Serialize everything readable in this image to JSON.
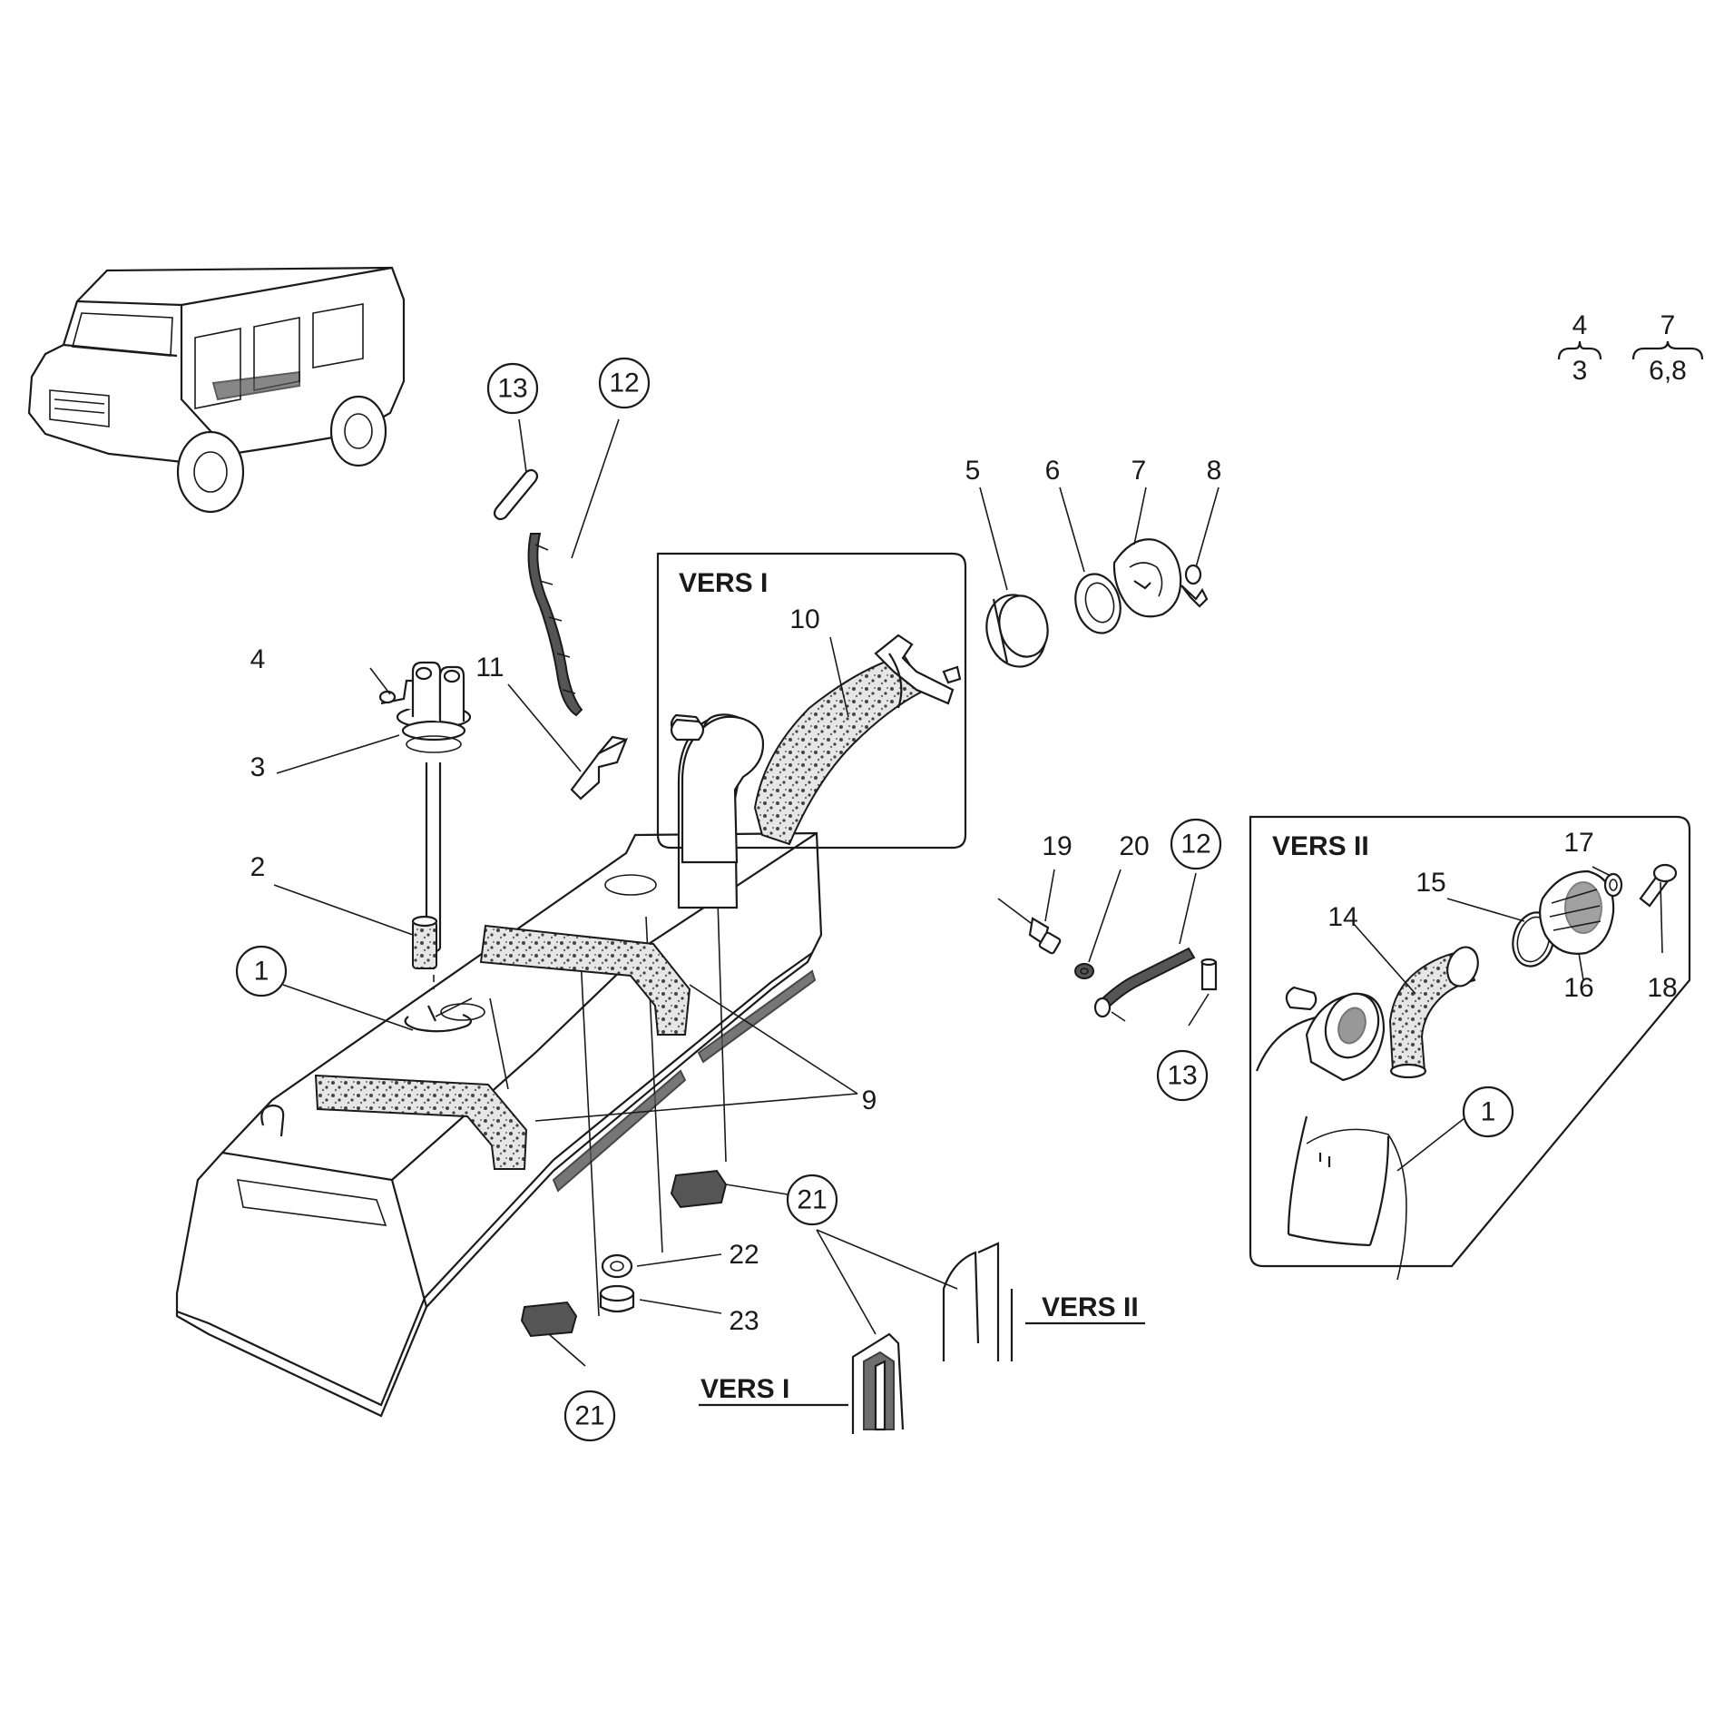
{
  "diagram": {
    "version_labels": {
      "vers1_box": "VERS I",
      "vers2_box": "VERS II",
      "vers1_profile": "VERS I",
      "vers2_profile": "VERS II"
    },
    "legend": [
      {
        "top": "4",
        "bottom": "3"
      },
      {
        "top": "7",
        "bottom": "6,8"
      }
    ],
    "callouts": {
      "c1_main": "1",
      "c1_vers2": "1",
      "n2": "2",
      "n3": "3",
      "n4": "4",
      "n5": "5",
      "n6": "6",
      "n7": "7",
      "n8": "8",
      "n9": "9",
      "n10": "10",
      "n11": "11",
      "c12_top": "12",
      "c12_right": "12",
      "c13_top": "13",
      "c13_right": "13",
      "n14": "14",
      "n15": "15",
      "n16": "16",
      "n17": "17",
      "n18": "18",
      "n19": "19",
      "n20": "20",
      "c21_right": "21",
      "c21_bottom": "21",
      "n22": "22",
      "n23": "23"
    }
  }
}
